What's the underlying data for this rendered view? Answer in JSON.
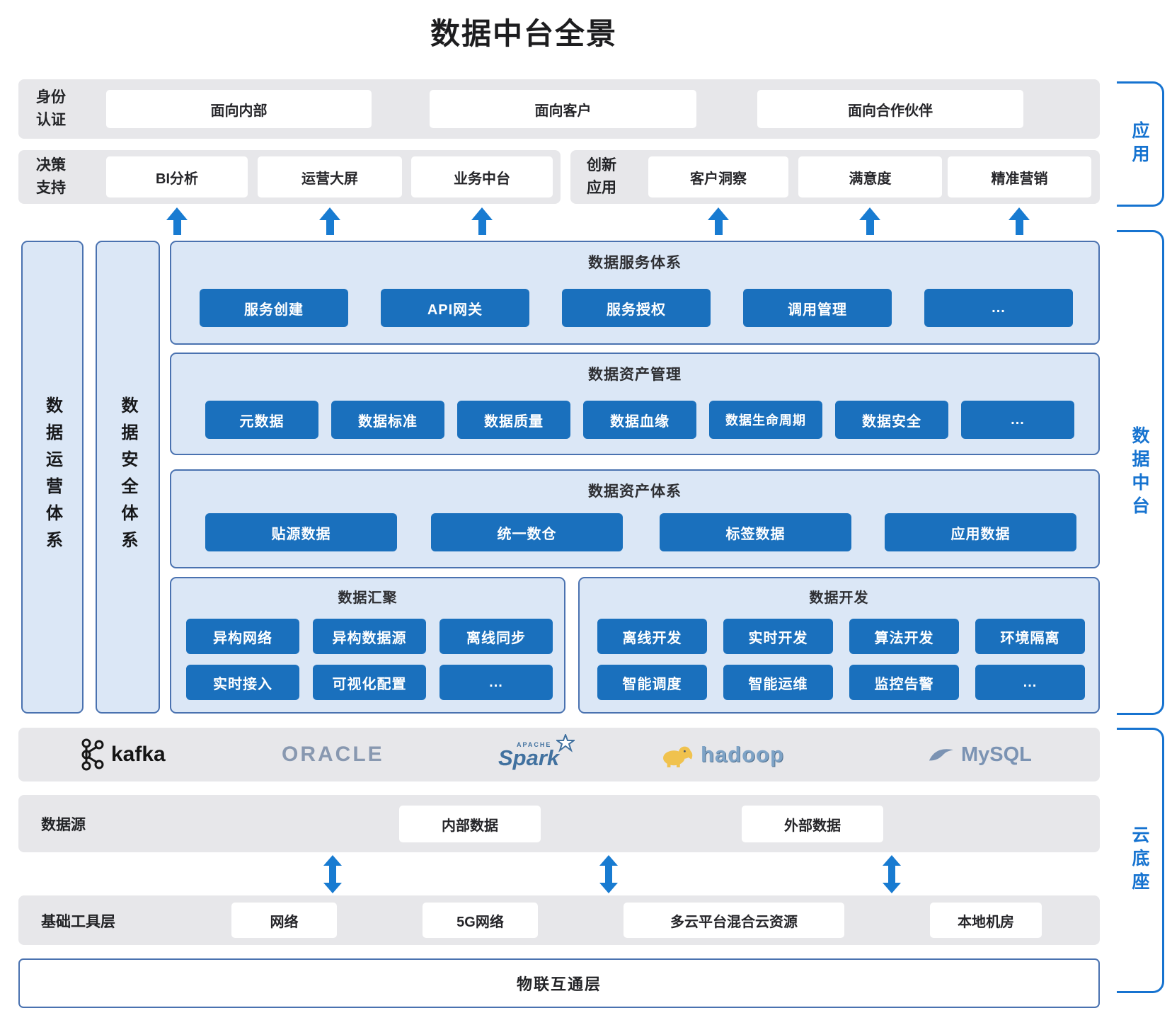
{
  "title": "数据中台全景",
  "colors": {
    "accent_blue": "#1a70bd",
    "panel_bg": "#dbe7f6",
    "panel_border": "#4a72b0",
    "band_gray": "#e7e7ea",
    "arrow_blue": "#187bd1",
    "bracket_blue": "#1673d0"
  },
  "top": {
    "identity": {
      "label": "身份认证",
      "items": [
        "面向内部",
        "面向客户",
        "面向合作伙伴"
      ]
    },
    "decision": {
      "label": "决策支持",
      "items": [
        "BI分析",
        "运营大屏",
        "业务中台"
      ]
    },
    "innovation": {
      "label": "创新应用",
      "items": [
        "客户洞察",
        "满意度",
        "精准营销"
      ]
    }
  },
  "brackets": {
    "application": "应用",
    "data_platform": "数据中台",
    "cloud_base": "云底座"
  },
  "pillars": [
    "数据运营体系",
    "数据安全体系"
  ],
  "panels": {
    "service": {
      "title": "数据服务体系",
      "items": [
        "服务创建",
        "API网关",
        "服务授权",
        "调用管理",
        "..."
      ]
    },
    "asset_mgmt": {
      "title": "数据资产管理",
      "items": [
        "元数据",
        "数据标准",
        "数据质量",
        "数据血缘",
        "数据生命周期",
        "数据安全",
        "..."
      ]
    },
    "asset_sys": {
      "title": "数据资产体系",
      "items": [
        "贴源数据",
        "统一数仓",
        "标签数据",
        "应用数据"
      ]
    },
    "aggregation": {
      "title": "数据汇聚",
      "rows": [
        [
          "异构网络",
          "异构数据源",
          "离线同步"
        ],
        [
          "实时接入",
          "可视化配置",
          "..."
        ]
      ]
    },
    "development": {
      "title": "数据开发",
      "rows": [
        [
          "离线开发",
          "实时开发",
          "算法开发",
          "环境隔离"
        ],
        [
          "智能调度",
          "智能运维",
          "监控告警",
          "..."
        ]
      ]
    }
  },
  "tech_logos": [
    "kafka",
    "ORACLE",
    "Spark",
    "hadoop",
    "MySQL"
  ],
  "spark_apache_label": "APACHE",
  "datasource": {
    "label": "数据源",
    "items": [
      "内部数据",
      "外部数据"
    ]
  },
  "infrastructure": {
    "label": "基础工具层",
    "items": [
      "网络",
      "5G网络",
      "多云平台混合云资源",
      "本地机房"
    ]
  },
  "iot_layer": "物联互通层"
}
